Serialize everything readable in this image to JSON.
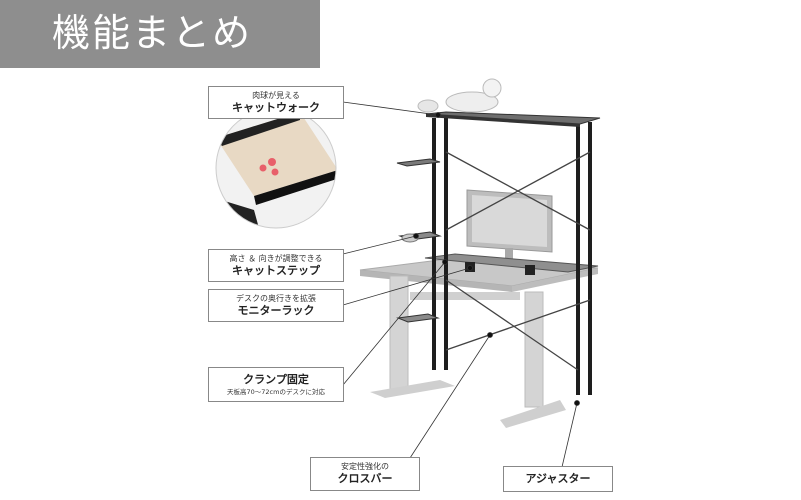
{
  "banner": {
    "title": "機能まとめ"
  },
  "labels": {
    "catwalk": {
      "sub": "肉球が見える",
      "main": "キャットウォーク"
    },
    "catstep": {
      "sub": "高さ ＆ 向きが調整できる",
      "main": "キャットステップ"
    },
    "monitor_rack": {
      "sub": "デスクの奥行きを拡張",
      "main": "モニターラック"
    },
    "clamp": {
      "main": "クランプ固定",
      "note": "天板高70〜72cmのデスクに対応"
    },
    "cross_bar": {
      "sub": "安定性強化の",
      "main": "クロスバー"
    },
    "adjuster": {
      "main": "アジャスター"
    }
  },
  "colors": {
    "banner": "#8e8e8e",
    "frame": "#1e1e1e",
    "desk": "#cfcfcf",
    "paw": "#e8606a"
  }
}
